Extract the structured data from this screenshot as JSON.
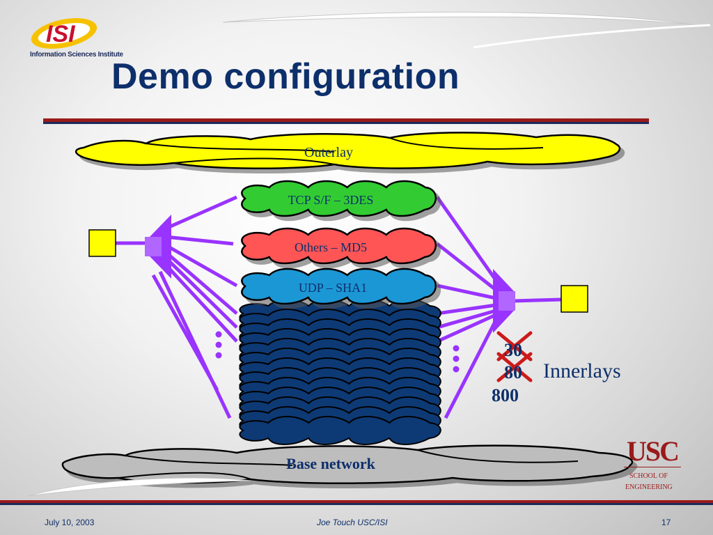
{
  "slide": {
    "title": "Demo configuration",
    "footer": {
      "date": "July 10, 2003",
      "author": "Joe Touch USC/ISI",
      "page": "17"
    }
  },
  "logo_isi": {
    "letters": "ISI",
    "subtitle": "Information Sciences Institute"
  },
  "logo_usc": {
    "mark": "USC",
    "line1": "SCHOOL OF",
    "line2": "ENGINEERING"
  },
  "diagram": {
    "outerlay": {
      "label": "Outerlay",
      "color": "#ffff00"
    },
    "overlays": [
      {
        "label": "TCP S/F – 3DES",
        "color": "#33cc33"
      },
      {
        "label": "Others – MD5",
        "color": "#ff5555"
      },
      {
        "label": "UDP – SHA1",
        "color": "#1f97d6"
      }
    ],
    "innerlay_stack_color": "#0d3a75",
    "base_network": {
      "label": "Base network",
      "color": "#bdbdbd"
    },
    "link_color": "#9933ff",
    "host_color": "#ffff00",
    "counts": [
      "30",
      "80",
      "800"
    ],
    "struck_counts": [
      "30",
      "80"
    ],
    "innerlays_label": "Innerlays"
  }
}
